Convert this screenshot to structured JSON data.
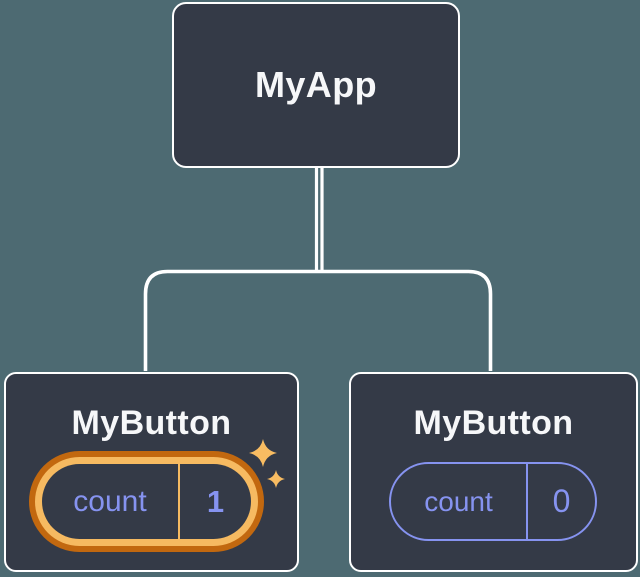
{
  "diagram": {
    "type": "component-tree",
    "root": {
      "label": "MyApp"
    },
    "children": [
      {
        "label": "MyButton",
        "state": {
          "key": "count",
          "value": "1"
        },
        "highlighted": true,
        "icon": "sparkles-icon"
      },
      {
        "label": "MyButton",
        "state": {
          "key": "count",
          "value": "0"
        },
        "highlighted": false
      }
    ],
    "colors": {
      "background": "#4D6A72",
      "node_fill": "#343A47",
      "node_border": "#FFFFFF",
      "connector": "#FFFFFF",
      "label_text": "#F6F7F9",
      "state_purple": "#8693F0",
      "highlight_gold": "#F6BA61",
      "highlight_orange": "#C2680F",
      "sparkle_gold": "#F8BC62"
    }
  }
}
